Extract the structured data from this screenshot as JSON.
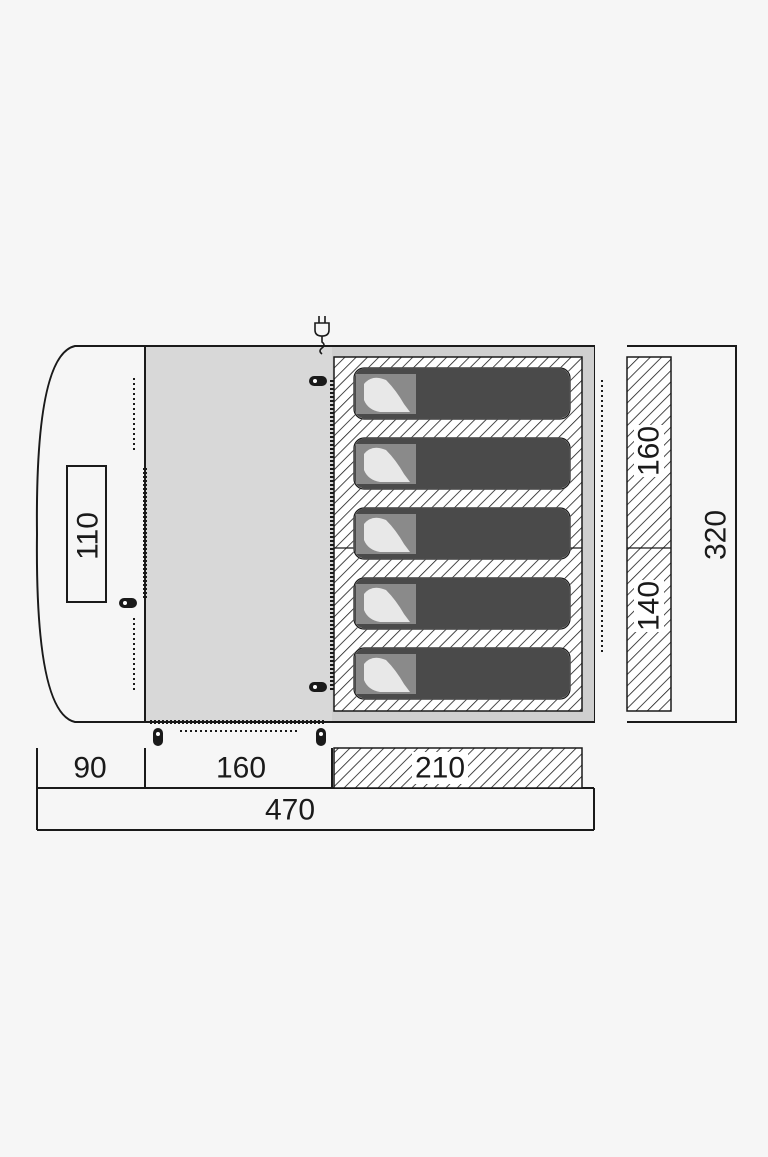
{
  "floorplan": {
    "dimensions": {
      "porch_depth": "90",
      "living_depth": "160",
      "bedroom_depth": "210",
      "total_length": "470",
      "door_width": "110",
      "bedroom_width_upper": "160",
      "bedroom_width_lower": "140",
      "total_width": "320"
    },
    "sleeping_bags": 5,
    "colors": {
      "background": "#f6f6f6",
      "line": "#1a1a1a",
      "living_area": "#d8d8d8",
      "bedroom_frame": "#cfcfcf",
      "sleeping_bag": "#4a4a4a",
      "sleeping_bag_head": "#8a8a8a",
      "figure": "#e8e8e8"
    },
    "icons": [
      "power-plug-icon",
      "sleeping-bag-icon",
      "pole-peg-icon"
    ]
  }
}
